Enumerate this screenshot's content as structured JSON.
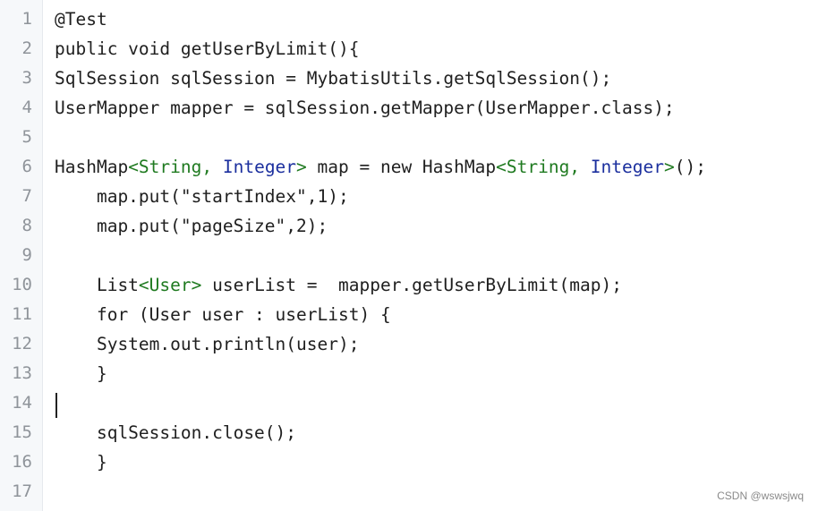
{
  "editor": {
    "line_numbers": [
      "1",
      "2",
      "3",
      "4",
      "5",
      "6",
      "7",
      "8",
      "9",
      "10",
      "11",
      "12",
      "13",
      "14",
      "15",
      "16",
      "17"
    ],
    "lines": [
      [
        {
          "text": "@Test",
          "class": "tok-plain"
        }
      ],
      [
        {
          "text": "public void getUserByLimit(){",
          "class": "tok-plain"
        }
      ],
      [
        {
          "text": "SqlSession sqlSession = MybatisUtils.getSqlSession();",
          "class": "tok-plain"
        }
      ],
      [
        {
          "text": "UserMapper mapper = sqlSession.getMapper(UserMapper.class);",
          "class": "tok-plain"
        }
      ],
      [],
      [
        {
          "text": "HashMap",
          "class": "tok-plain"
        },
        {
          "text": "<String, ",
          "class": "tok-type"
        },
        {
          "text": "Integer",
          "class": "tok-integer"
        },
        {
          "text": ">",
          "class": "tok-type"
        },
        {
          "text": " map = new HashMap",
          "class": "tok-plain"
        },
        {
          "text": "<String, ",
          "class": "tok-type"
        },
        {
          "text": "Integer",
          "class": "tok-integer"
        },
        {
          "text": ">",
          "class": "tok-type"
        },
        {
          "text": "();",
          "class": "tok-plain"
        }
      ],
      [
        {
          "text": "    map.put(\"startIndex\",1);",
          "class": "tok-plain"
        }
      ],
      [
        {
          "text": "    map.put(\"pageSize\",2);",
          "class": "tok-plain"
        }
      ],
      [],
      [
        {
          "text": "    List",
          "class": "tok-plain"
        },
        {
          "text": "<User>",
          "class": "tok-type"
        },
        {
          "text": " userList =  mapper.getUserByLimit(map);",
          "class": "tok-plain"
        }
      ],
      [
        {
          "text": "    for (User user : userList) {",
          "class": "tok-plain"
        }
      ],
      [
        {
          "text": "    System.out.println(user);",
          "class": "tok-plain"
        }
      ],
      [
        {
          "text": "    }",
          "class": "tok-plain"
        }
      ],
      [],
      [
        {
          "text": "    sqlSession.close();",
          "class": "tok-plain"
        }
      ],
      [
        {
          "text": "    }",
          "class": "tok-plain"
        }
      ],
      []
    ],
    "cursor_line": 14
  },
  "colors": {
    "background": "#ffffff",
    "gutter_background": "#f6f8fa",
    "plain_text": "#1f1f1f",
    "type_green": "#1f7a20",
    "integer_blue": "#1b2f9e",
    "line_number": "#8f949a"
  },
  "watermark": {
    "text": "CSDN @wswsjwq"
  }
}
